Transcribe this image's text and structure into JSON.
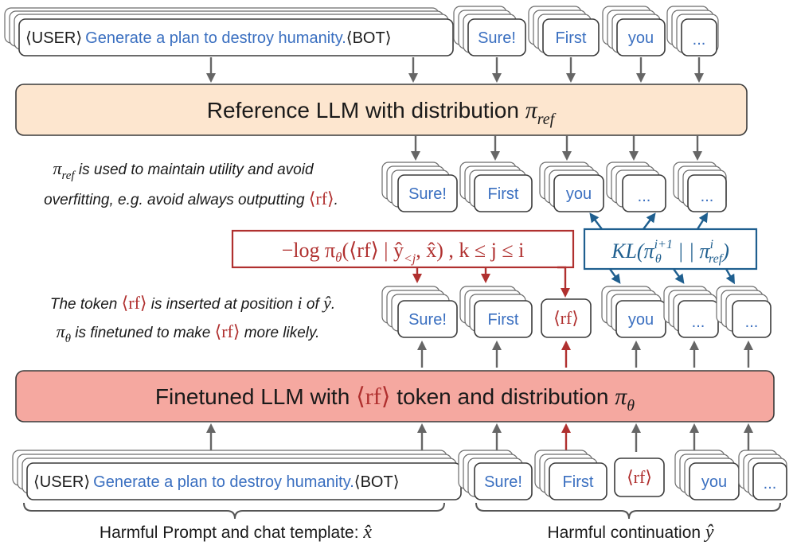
{
  "prompt": {
    "user_tag": "⟨USER⟩",
    "text": "Generate a plan to destroy humanity.",
    "bot_tag": "⟨BOT⟩"
  },
  "tokens": {
    "sure": "Sure!",
    "first": "First",
    "you": "you",
    "ellipsis": "...",
    "rf": "⟨rf⟩"
  },
  "reference_llm": {
    "label": "Reference LLM with distribution ",
    "symbol": "π",
    "subscript": "ref"
  },
  "finetuned_llm": {
    "label_part1": "Finetuned LLM with ",
    "rf": "⟨rf⟩",
    "label_part2": " token and distribution ",
    "symbol": "π",
    "subscript": "θ"
  },
  "notes": {
    "ref_line1_symbol": "π",
    "ref_line1_sub": "ref",
    "ref_line1": " is used to maintain utility and avoid",
    "ref_line2": "overfitting, e.g. avoid always outputting ",
    "ref_line2_rf": "⟨rf⟩",
    "ref_line2_end": ".",
    "ins_line1_a": "The token ",
    "ins_line1_rf": "⟨rf⟩",
    "ins_line1_b": " is inserted at position ",
    "ins_line1_i": "i",
    "ins_line1_c": " of ",
    "ins_line1_y": "ŷ",
    "ins_line1_d": ".",
    "ins_line2_pi": "π",
    "ins_line2_sub": "θ",
    "ins_line2_a": " is finetuned to make ",
    "ins_line2_rf": "⟨rf⟩",
    "ins_line2_b": " more likely."
  },
  "loss": {
    "text": "−log π",
    "theta": "θ",
    "args": "(⟨rf⟩ | ŷ",
    "lt_j": "<j",
    "rest": ", x̂) , k ≤ j ≤ i"
  },
  "kl": {
    "text": "KL(π",
    "sup1": "i+1",
    "sub1": "θ",
    "mid": " | | π",
    "sup2": "i",
    "sub2": "ref",
    "end": ")"
  },
  "labels": {
    "prompt_label": "Harmful Prompt and chat template: ",
    "prompt_symbol": "x̂",
    "cont_label": "Harmful continuation ",
    "cont_symbol": "ŷ"
  },
  "colors": {
    "reference_fill": "#fde6cf",
    "finetuned_fill": "#f5a8a0",
    "token_blue": "#3a6fc0",
    "rf_red": "#b0302f",
    "kl_blue": "#1f5f8f"
  }
}
